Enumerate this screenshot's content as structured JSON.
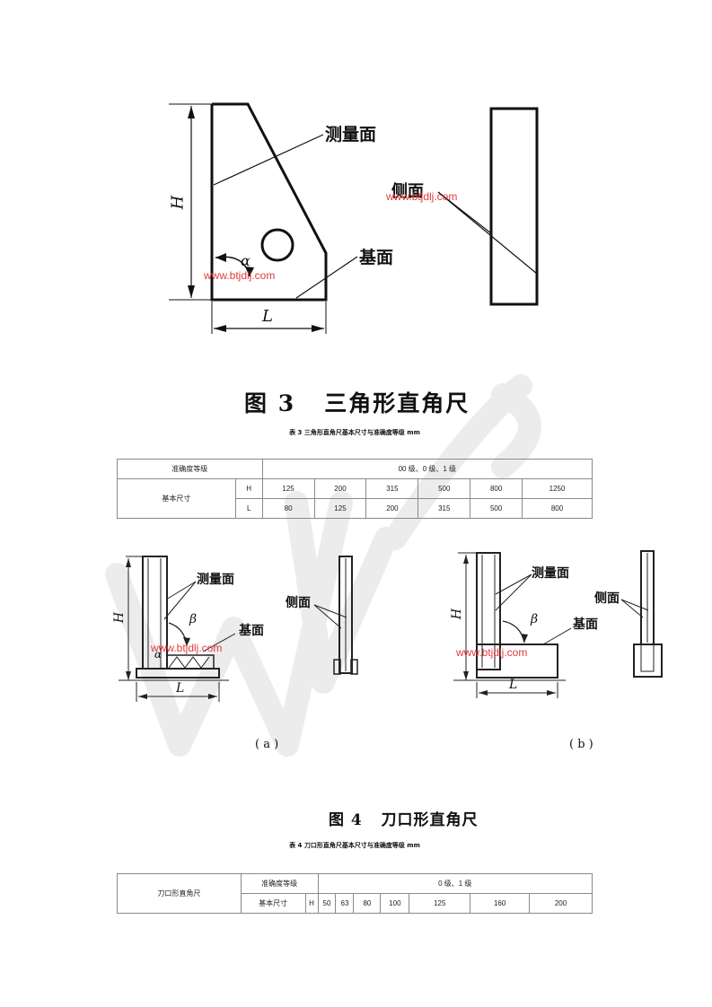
{
  "figure3": {
    "caption": "图 3   三角形直角尺",
    "labels": {
      "measuring_face": "测量面",
      "side_face": "侧面",
      "base_face": "基面",
      "height": "H",
      "length": "L",
      "angle": "α"
    },
    "watermarks": [
      "www.btjdlj.com",
      "www.btjdlj.com"
    ]
  },
  "table3": {
    "caption": "表 3  三角形直角尺基本尺寸与准确度等级 mm",
    "accuracy_label": "准确度等级",
    "accuracy_value": "00 级、0 级、1 级",
    "basic_size_label": "基本尺寸",
    "rows": [
      {
        "key": "H",
        "values": [
          "125",
          "200",
          "315",
          "500",
          "800",
          "1250"
        ]
      },
      {
        "key": "L",
        "values": [
          "80",
          "125",
          "200",
          "315",
          "500",
          "800"
        ]
      }
    ]
  },
  "figure4": {
    "caption": "图 4   刀口形直角尺",
    "labels": {
      "measuring_face": "测量面",
      "side_face": "侧面",
      "base_face": "基面",
      "height": "H",
      "length": "L",
      "angle_beta": "β",
      "angle_alpha": "α"
    },
    "sub_a": "( a )",
    "sub_b": "( b )",
    "watermarks": [
      "www.btjdlj.com",
      "www.btjdlj.com"
    ]
  },
  "table4": {
    "caption": "表 4  刀口形直角尺基本尺寸与准确度等级 mm",
    "name": "刀口形直角尺",
    "accuracy_label": "准确度等级",
    "accuracy_value": "0 级、1 级",
    "basic_size_label": "基本尺寸",
    "h_key": "H",
    "h_values": [
      "50",
      "63",
      "80",
      "100",
      "125",
      "160",
      "200"
    ]
  },
  "colors": {
    "watermark_url": "#e23a3a",
    "watermark_logo": "#e8e8e8",
    "table_border": "#8a8a8a"
  }
}
